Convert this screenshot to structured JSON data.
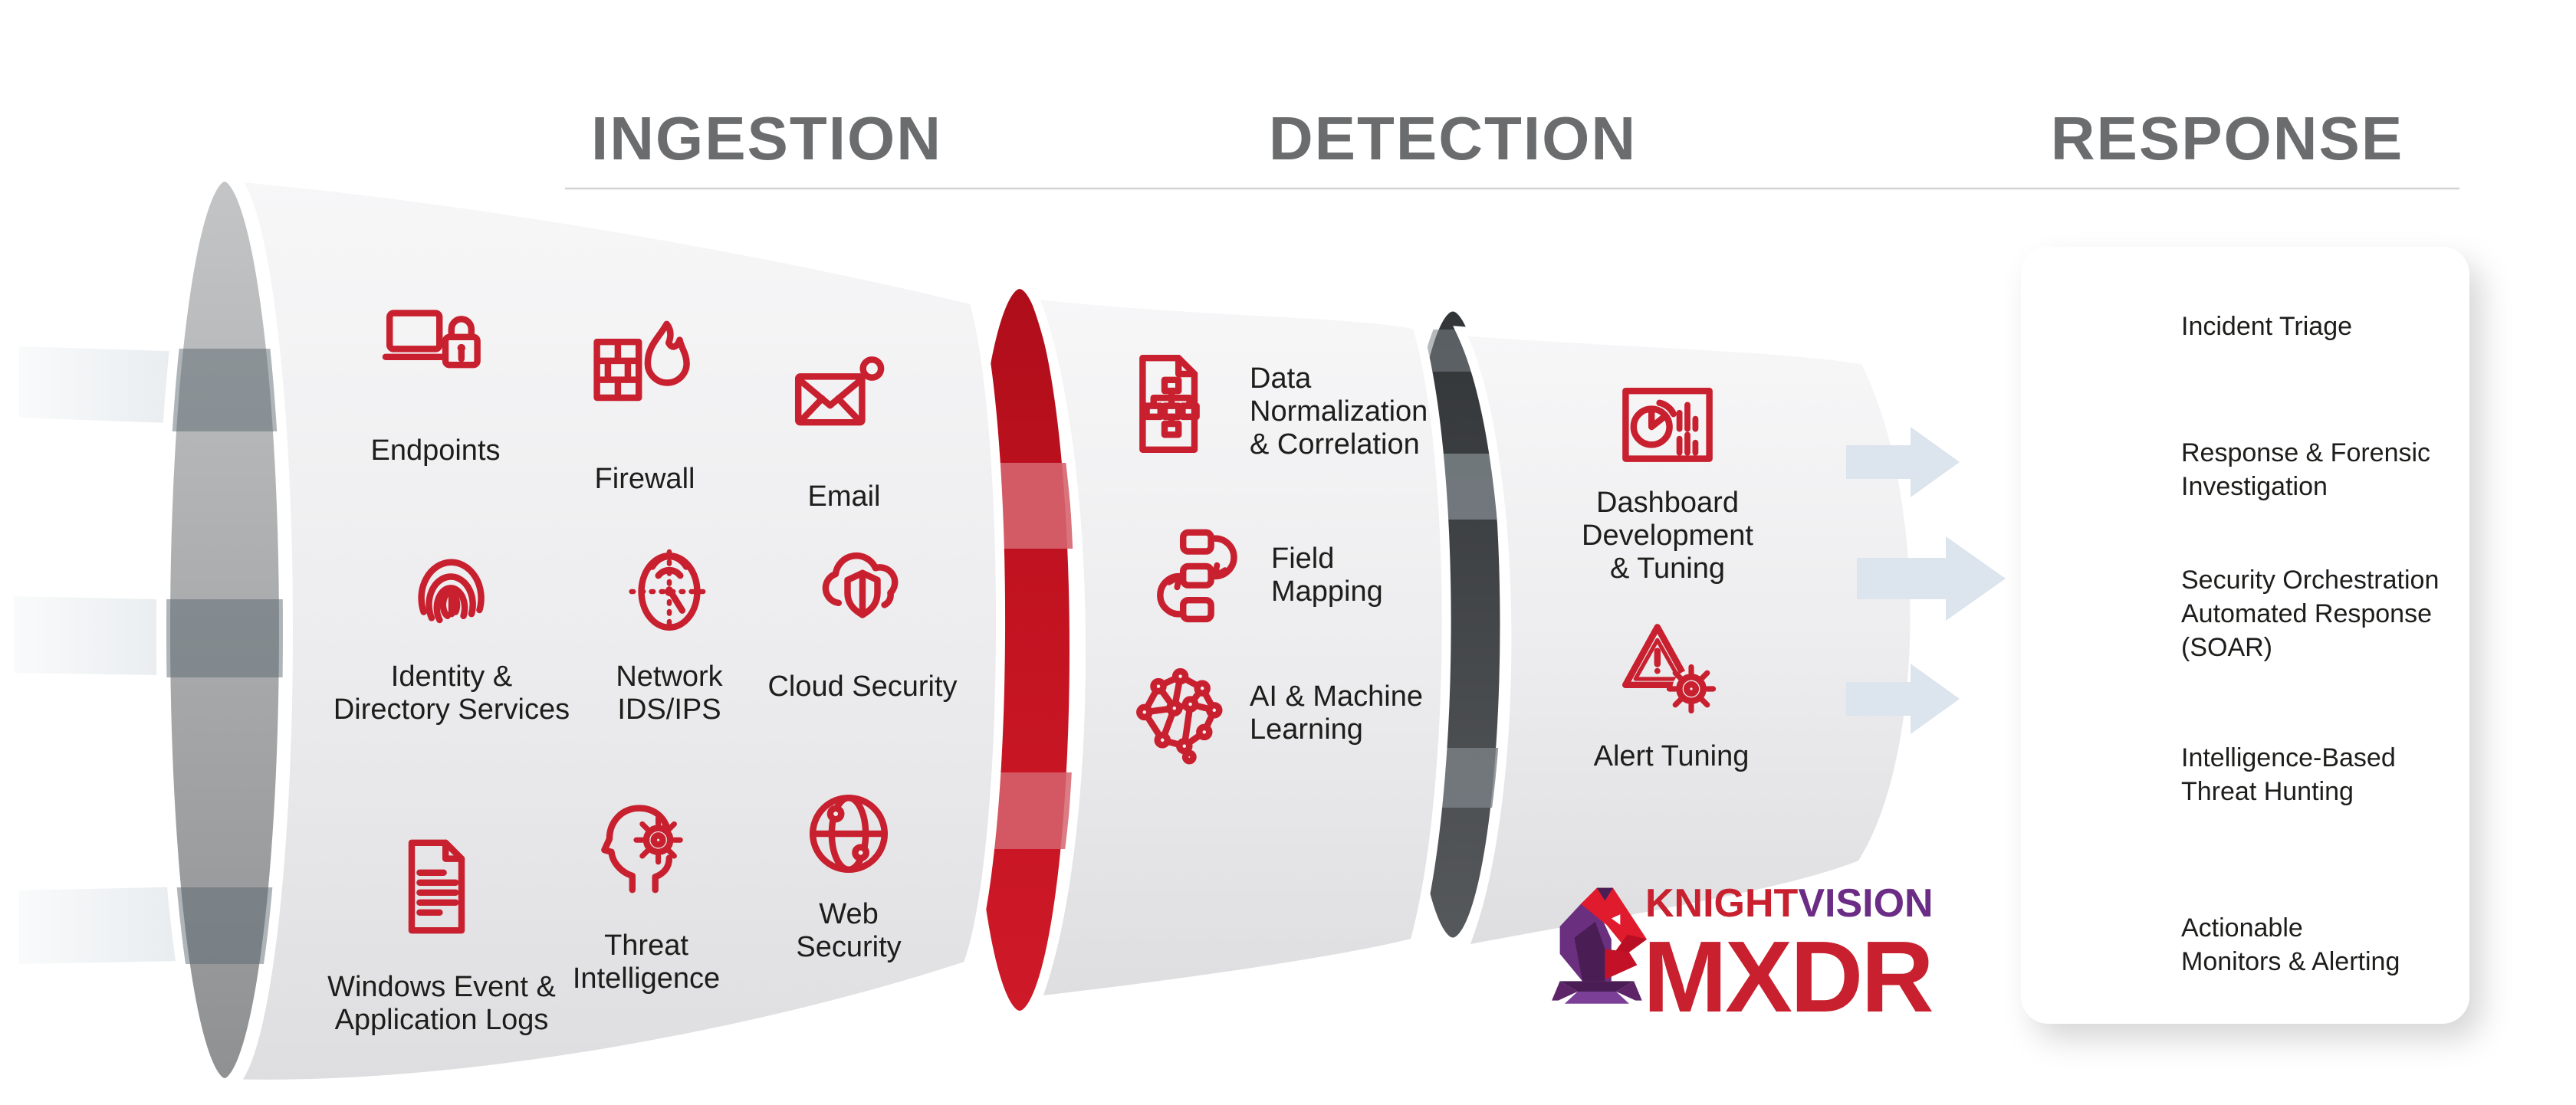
{
  "titles": {
    "ingestion": "INGESTION",
    "detection": "DETECTION",
    "response": "RESPONSE"
  },
  "colors": {
    "accent_red": "#C8202E",
    "junction_red": "#C31321",
    "junction_red_stripe": "#D5646E",
    "junction_dark": "#45484B",
    "junction_dark_stripe": "#7A8186",
    "title_gray": "#6B6C6E",
    "label_text": "#1D1D1B",
    "barrel_light": "#F6F6F7",
    "barrel_dark": "#DFDFE1",
    "arrow_blue": "#DCE4ED",
    "brand_purple": "#6B2C85"
  },
  "ingestion_items": [
    {
      "icon": "endpoints-icon",
      "lines": [
        "Endpoints"
      ]
    },
    {
      "icon": "firewall-icon",
      "lines": [
        "Firewall"
      ]
    },
    {
      "icon": "email-icon",
      "lines": [
        "Email"
      ]
    },
    {
      "icon": "identity-icon",
      "lines": [
        "Identity &",
        "Directory Services"
      ]
    },
    {
      "icon": "network-ids-icon",
      "lines": [
        "Network",
        "IDS/IPS"
      ]
    },
    {
      "icon": "cloud-security-icon",
      "lines": [
        "Cloud Security"
      ]
    },
    {
      "icon": "windows-logs-icon",
      "lines": [
        "Windows Event &",
        "Application Logs"
      ]
    },
    {
      "icon": "threat-intel-icon",
      "lines": [
        "Threat",
        "Intelligence"
      ]
    },
    {
      "icon": "web-security-icon",
      "lines": [
        "Web",
        "Security"
      ]
    }
  ],
  "detection_items": [
    {
      "icon": "data-normalization-icon",
      "lines": [
        "Data",
        "Normalization",
        "& Correlation"
      ]
    },
    {
      "icon": "field-mapping-icon",
      "lines": [
        "Field",
        "Mapping"
      ]
    },
    {
      "icon": "ai-ml-icon",
      "lines": [
        "AI & Machine",
        "Learning"
      ]
    }
  ],
  "tuning_items": [
    {
      "icon": "dashboard-icon",
      "lines": [
        "Dashboard",
        "Development",
        "& Tuning"
      ]
    },
    {
      "icon": "alert-tuning-icon",
      "lines": [
        "Alert Tuning"
      ]
    }
  ],
  "response_items": [
    {
      "icon": "incident-triage-icon",
      "lines": [
        "Incident Triage"
      ]
    },
    {
      "icon": "forensic-icon",
      "lines": [
        "Response & Forensic",
        "Investigation"
      ]
    },
    {
      "icon": "soar-icon",
      "lines": [
        "Security Orchestration",
        "Automated Response",
        "(SOAR)"
      ]
    },
    {
      "icon": "threat-hunting-icon",
      "lines": [
        "Intelligence-Based",
        "Threat Hunting"
      ]
    },
    {
      "icon": "monitors-icon",
      "lines": [
        "Actionable",
        "Monitors & Alerting"
      ]
    }
  ],
  "logo": {
    "knight": "KNIGHT",
    "vision": "VISION",
    "product": "MXDR"
  }
}
